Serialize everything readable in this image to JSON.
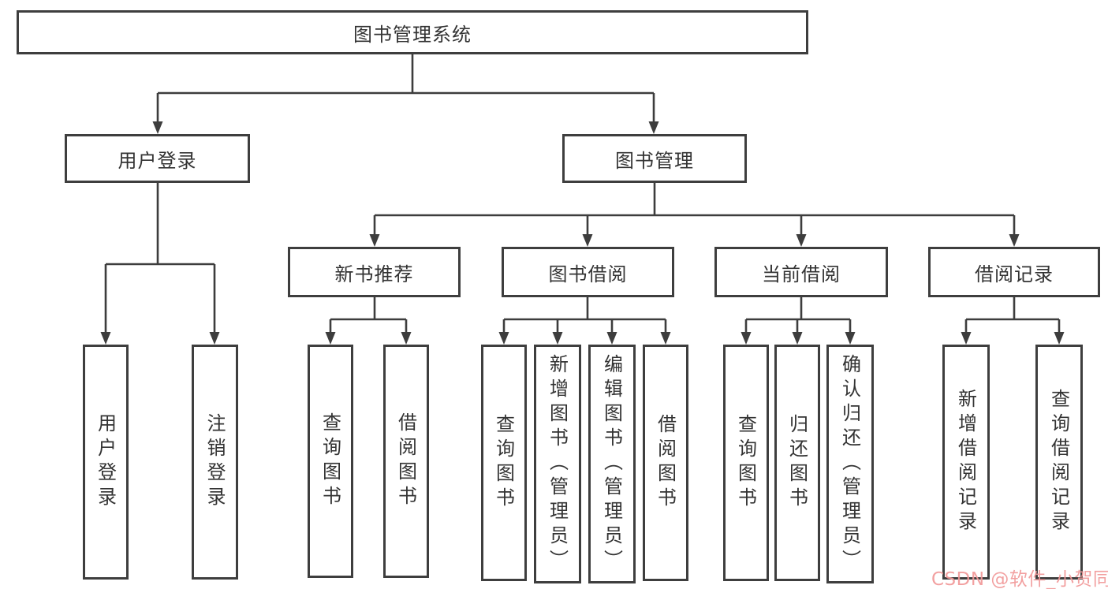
{
  "diagram_title": "图书管理系统",
  "tree": {
    "root": "图书管理系统",
    "user_login": "用户登录",
    "book_mgmt": "图书管理",
    "user_login_children": [
      "用户登录",
      "注销登录"
    ],
    "level3": [
      "新书推荐",
      "图书借阅",
      "当前借阅",
      "借阅记录"
    ],
    "new_book_children": [
      "查询图书",
      "借阅图书"
    ],
    "borrow_children": [
      "查询图书",
      "新增图书（管理员）",
      "编辑图书（管理员）",
      "借阅图书"
    ],
    "current_children": [
      "查询图书",
      "归还图书",
      "确认归还（管理员）"
    ],
    "record_children": [
      "新增借阅记录",
      "查询借阅记录"
    ]
  },
  "watermark": {
    "text": "CSDN @软件_小贺同学",
    "color": "#f19898"
  },
  "colors": {
    "line": "#3d3d3d",
    "box_border": "#3e3e3e",
    "text": "#333333",
    "background": "#ffffff"
  }
}
